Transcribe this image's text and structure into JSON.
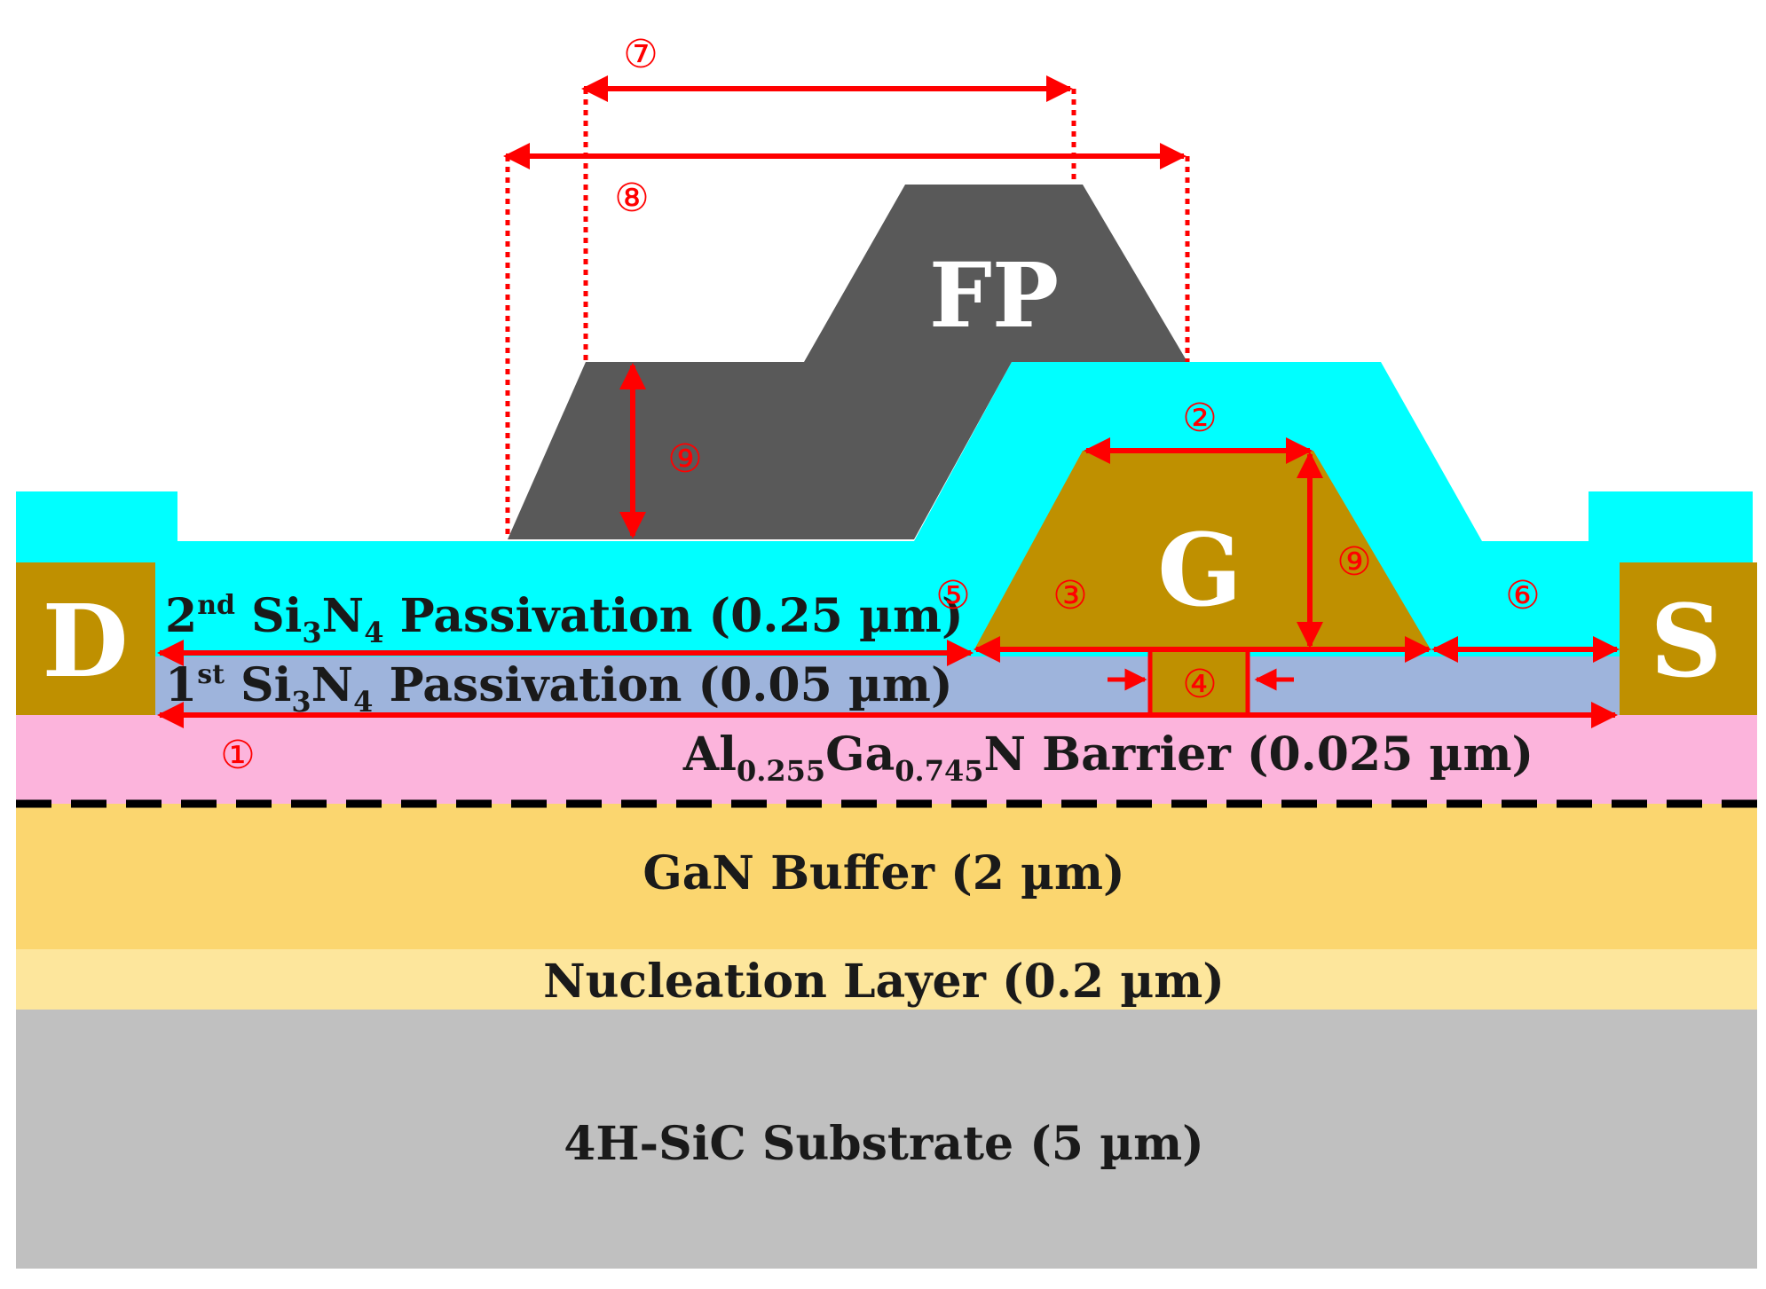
{
  "layers": {
    "substrate": "4H-SiC Substrate (5 µm)",
    "nucleation": "Nucleation Layer (0.2 µm)",
    "buffer": "GaN Buffer (2 µm)",
    "barrier": {
      "al": "Al",
      "al_sub": "0.255",
      "ga": "Ga",
      "ga_sub": "0.745",
      "rest": "N Barrier (0.025 µm)"
    },
    "pass1": {
      "num": "1",
      "sup": "st",
      "si": " Si",
      "si_sub": "3",
      "n": "N",
      "n_sub": "4",
      "rest": " Passivation (0.05 µm)"
    },
    "pass2": {
      "num": "2",
      "sup": "nd",
      "si": " Si",
      "si_sub": "3",
      "n": "N",
      "n_sub": "4",
      "rest": " Passivation (0.25 µm)"
    }
  },
  "electrodes": {
    "drain": "D",
    "source": "S",
    "gate": "G",
    "field_plate": "FP"
  },
  "markers": [
    "①",
    "②",
    "③",
    "④",
    "⑤",
    "⑥",
    "⑦",
    "⑧",
    "⑨"
  ],
  "colors": {
    "substrate": "#c0c0c0",
    "nucleation": "#fde69c",
    "buffer": "#fbd66f",
    "barrier": "#fcb4dc",
    "pass1": "#9eb4dc",
    "pass2": "#00ffff",
    "contact_metal": "#bf9000",
    "field_plate": "#595959",
    "dimension": "#ff0000"
  }
}
